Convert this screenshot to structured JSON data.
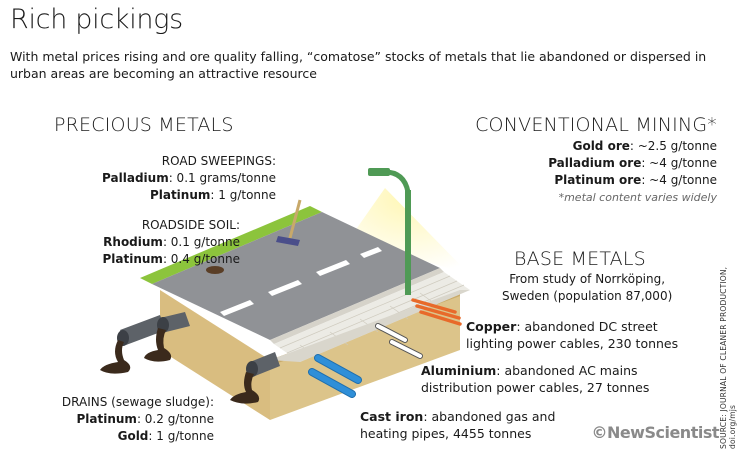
{
  "title": "Rich pickings",
  "subtitle": "With metal prices rising and ore quality falling, “comatose” stocks of metals that lie abandoned or dispersed in urban areas are becoming an attractive resource",
  "precious": {
    "heading": "PRECIOUS METALS",
    "road_sweepings": {
      "label": "ROAD SWEEPINGS:",
      "items": [
        {
          "metal": "Palladium",
          "value": ": 0.1 grams/tonne"
        },
        {
          "metal": "Platinum",
          "value": ": 1 g/tonne"
        }
      ]
    },
    "roadside_soil": {
      "label": "ROADSIDE SOIL:",
      "items": [
        {
          "metal": "Rhodium",
          "value": ": 0.1 g/tonne"
        },
        {
          "metal": "Platinum",
          "value": ": 0.4 g/tonne"
        }
      ]
    },
    "drains": {
      "label": "DRAINS (sewage sludge):",
      "items": [
        {
          "metal": "Platinum",
          "value": ": 0.2 g/tonne"
        },
        {
          "metal": "Gold",
          "value": ": 1 g/tonne"
        }
      ]
    }
  },
  "conventional": {
    "heading": "CONVENTIONAL MINING*",
    "items": [
      {
        "metal": "Gold ore",
        "value": ": ~2.5 g/tonne"
      },
      {
        "metal": "Palladium ore",
        "value": ": ~4 g/tonne"
      },
      {
        "metal": "Platinum ore",
        "value": ": ~4 g/tonne"
      }
    ],
    "note": "*metal content varies widely"
  },
  "base": {
    "heading": "BASE METALS",
    "study_line1": "From study of Norrköping,",
    "study_line2": "Sweden (population 87,000)",
    "copper": {
      "metal": "Copper",
      "line1": ": abandoned DC street",
      "line2": "lighting power cables, 230 tonnes"
    },
    "aluminium": {
      "metal": "Aluminium",
      "line1": ": abandoned AC mains",
      "line2": "distribution power cables, 27 tonnes"
    },
    "cast_iron": {
      "metal": "Cast iron",
      "line1": ": abandoned gas and",
      "line2": "heating pipes,  4455 tonnes"
    }
  },
  "source": "SOURCE: JOURNAL OF CLEANER PRODUCTION, doi.org/mjs",
  "logo": "©NewScientist",
  "colors": {
    "earth": "#dcc48a",
    "earth_dark": "#c5a866",
    "grass": "#8cc43c",
    "road": "#8f9194",
    "pavement": "#eceae4",
    "lamp": "#4f9a55",
    "light": "#fff3a8",
    "pipe_grey": "#5d6268",
    "sludge": "#3b2a1c",
    "copper": "#e86a2a",
    "aluminium": "#ffffff",
    "cast_iron": "#2f8fd8"
  }
}
